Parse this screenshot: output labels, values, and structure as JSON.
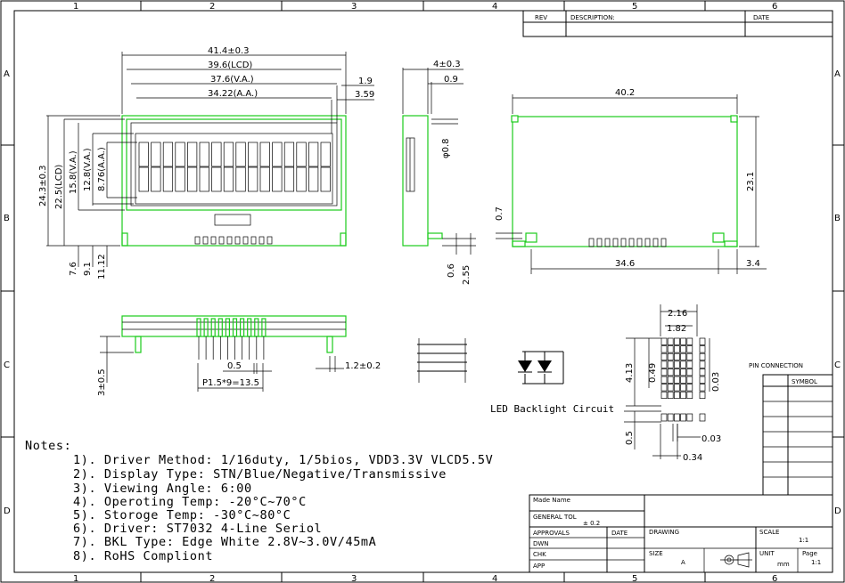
{
  "border": {
    "top_numbers": [
      "1",
      "2",
      "3",
      "4",
      "5",
      "6"
    ],
    "bottom_numbers": [
      "1",
      "2",
      "3",
      "4",
      "5",
      "6"
    ],
    "side_letters": [
      "A",
      "B",
      "C",
      "D"
    ]
  },
  "revision_table": {
    "rev": "REV",
    "description": "DESCRIPTION:",
    "date": "DATE"
  },
  "front_view": {
    "width_overall": "41.4±0.3",
    "width_lcd": "39.6(LCD)",
    "width_va": "37.6(V.A.)",
    "width_aa": "34.22(A.A.)",
    "right_gap_1": "1.9",
    "right_gap_2": "3.59",
    "height_overall": "24.3±0.3",
    "height_lcd": "22.5(LCD)",
    "height_va": "15.8(V.A.)",
    "height_aa_1": "12.8(V.A.)",
    "height_aa_2": "8.76(A.A.)",
    "bottom_1": "7.6",
    "bottom_2": "9.1",
    "bottom_3": "11.12"
  },
  "side_view": {
    "thickness": "4±0.3",
    "glass": "0.9",
    "pin_dia": "φ0.8",
    "pin_1": "0.6",
    "pin_2": "2.55"
  },
  "rear_view": {
    "width": "40.2",
    "height": "23.1",
    "edge": "0.7",
    "pin_span": "34.6",
    "right_offset": "3.4"
  },
  "pin_view": {
    "height": "3±0.5",
    "pin_width": "0.5",
    "pitch": "P1.5*9=13.5",
    "pin_len": "1.2±0.2"
  },
  "backlight": {
    "label": "LED Backlight Circuit"
  },
  "dot_detail": {
    "w1": "2.16",
    "w2": "1.82",
    "h1": "4.13",
    "h2": "0.49",
    "gap_v": "0.03",
    "gap_h": "0.03",
    "h3": "0.5",
    "dot_w": "0.34"
  },
  "pin_connection": {
    "title": "PIN CONNECTION",
    "symbol": "SYMBOL"
  },
  "notes": {
    "title": "Notes:",
    "items": [
      "1). Driver Method: 1/16duty, 1/5bios, VDD3.3V VLCD5.5V",
      "2). Display Type: STN/Blue/Negative/Transmissive",
      "3). Viewing Angle: 6:00",
      "4). Operoting Temp: -20°C~70°C",
      "5). Storoge Temp: -30°C~80°C",
      "6). Driver: ST7032 4-Line Seriol",
      "7). BKL Type: Edge White 2.8V~3.0V/45mA",
      "8). RoHS Compliont"
    ]
  },
  "title_block": {
    "made_name": "Made Name",
    "general_tol": "GENERAL TOL",
    "tol_value": "± 0.2",
    "approvals": "APPROVALS",
    "date": "DATE",
    "drawn": "DWN",
    "checked": "CHK",
    "approved": "APP",
    "drawing": "DRAWING",
    "scale_label": "SCALE",
    "scale_value": "1:1",
    "size_label": "SIZE",
    "size_value": "A",
    "unit_label": "UNIT",
    "unit_value": "mm",
    "page_label": "Page",
    "page_value": "1:1"
  }
}
